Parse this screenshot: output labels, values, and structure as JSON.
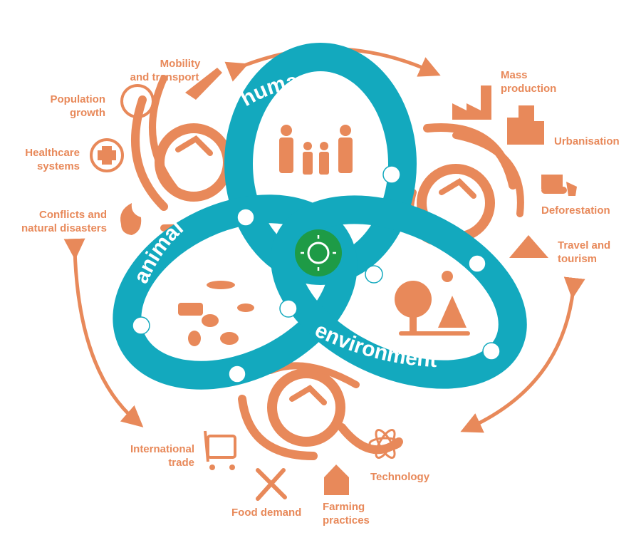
{
  "title": "One Health drivers of disease emergence",
  "domains": {
    "human": "human",
    "animal": "animal",
    "environment": "environment"
  },
  "drivers": {
    "mobility": [
      "Mobility",
      "and transport"
    ],
    "population": [
      "Population",
      "growth"
    ],
    "healthcare": [
      "Healthcare",
      "systems"
    ],
    "conflicts": [
      "Conflicts and",
      "natural disasters"
    ],
    "mass_production": [
      "Mass",
      "production"
    ],
    "urbanisation": "Urbanisation",
    "deforestation": "Deforestation",
    "travel": [
      "Travel and",
      "tourism"
    ],
    "trade": [
      "International",
      "trade"
    ],
    "food": "Food demand",
    "farming": [
      "Farming",
      "practices"
    ],
    "technology": "Technology"
  },
  "colors": {
    "teal": "#13A9BE",
    "orange": "#E8895A",
    "green": "#1E9B46"
  },
  "icons": [
    "virus-icon",
    "mosquito-icon",
    "family-icon",
    "animals-icon",
    "trees-icon",
    "airplane-icon",
    "globe-icon",
    "medical-cross-icon",
    "fire-icon",
    "factory-icon",
    "buildings-icon",
    "bulldozer-icon",
    "tent-icon",
    "luggage-icon",
    "cutlery-icon",
    "barn-icon",
    "atom-icon"
  ]
}
